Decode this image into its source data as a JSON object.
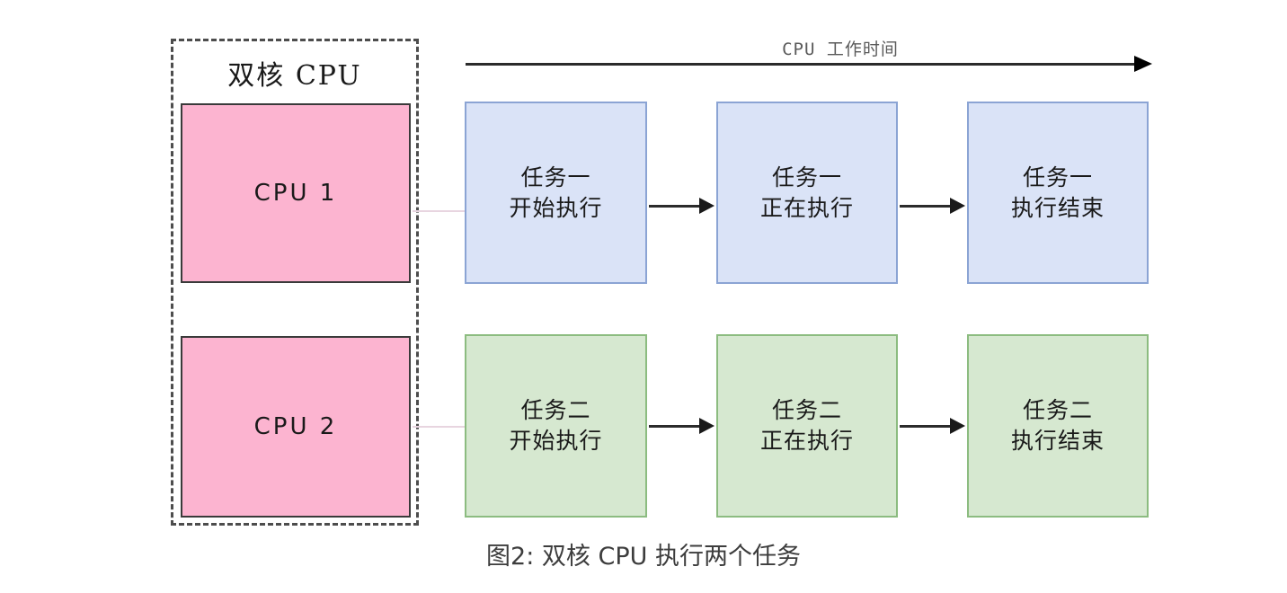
{
  "figure": {
    "caption": "图2: 双核 CPU 执行两个任务",
    "container_title": "双核 CPU",
    "timeline_label": "CPU 工作时间"
  },
  "colors": {
    "cpu_fill": "#fcb4d0",
    "cpu_border": "#3a3a3a",
    "task1_fill": "#dae3f7",
    "task1_border": "#8ba4d4",
    "task2_fill": "#d6e8d0",
    "task2_border": "#8cbc80",
    "arrow": "#1a1a1a",
    "container_border": "#4d4d4d",
    "link": "#e8d5e0",
    "caption_text": "#3d3d3d",
    "timeline_text": "#5a5a5a"
  },
  "cores": [
    {
      "label": "CPU 1"
    },
    {
      "label": "CPU 2"
    }
  ],
  "rows": [
    {
      "core": "CPU 1",
      "task": "任务一",
      "color": "blue",
      "stages": [
        {
          "line1": "任务一",
          "line2": "开始执行"
        },
        {
          "line1": "任务一",
          "line2": "正在执行"
        },
        {
          "line1": "任务一",
          "line2": "执行结束"
        }
      ]
    },
    {
      "core": "CPU 2",
      "task": "任务二",
      "color": "green",
      "stages": [
        {
          "line1": "任务二",
          "line2": "开始执行"
        },
        {
          "line1": "任务二",
          "line2": "正在执行"
        },
        {
          "line1": "任务二",
          "line2": "执行结束"
        }
      ]
    }
  ]
}
